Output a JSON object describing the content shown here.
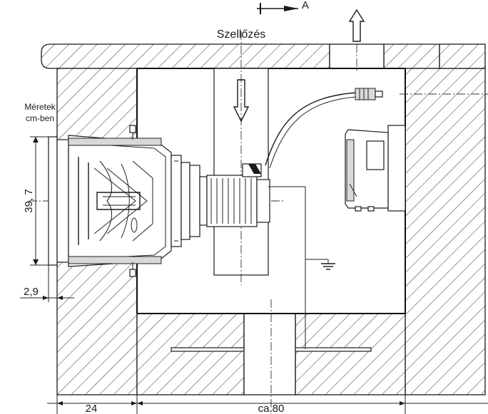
{
  "labels": {
    "section_marker": "A",
    "ventilation": "Szellőzés",
    "units_line1": "Méretek",
    "units_line2": "cm-ben",
    "dim_height": "39, 7",
    "dim_flange": "2,9",
    "dim_wall": "24",
    "dim_room": "ca.80"
  },
  "colors": {
    "line": "#1a1a1a",
    "background": "#ffffff"
  }
}
